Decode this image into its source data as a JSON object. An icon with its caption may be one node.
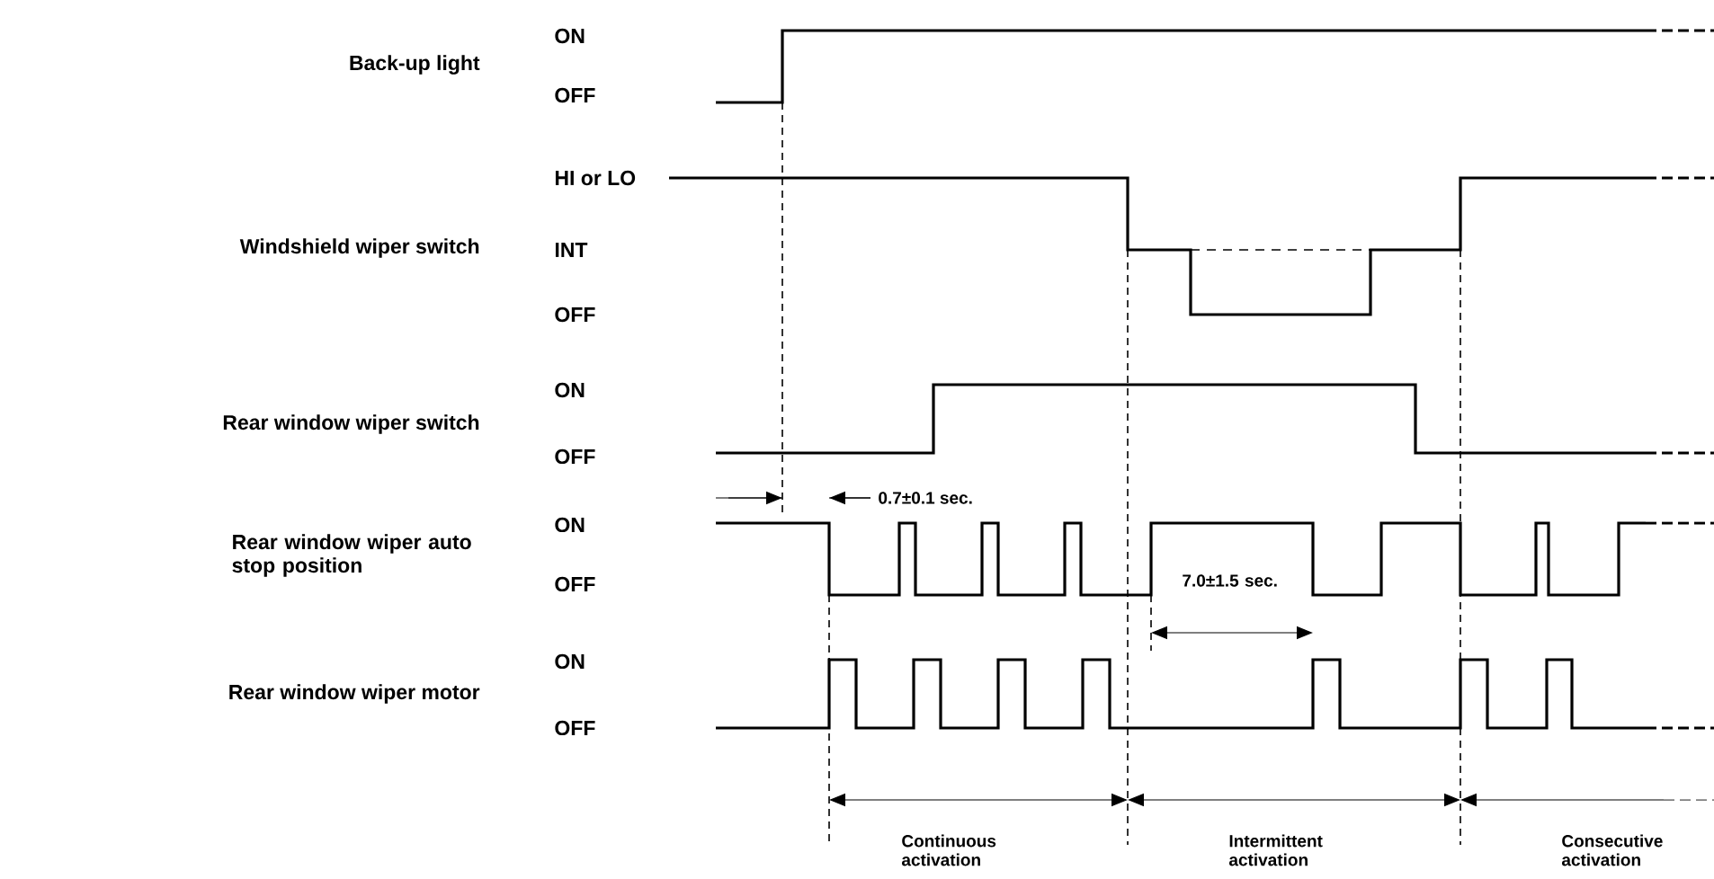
{
  "diagram": {
    "labels": [
      "ON",
      "Back-up light",
      "OFF",
      "HI or LO",
      "Windshield wiper switch",
      "INT",
      "OFF",
      "ON",
      "Rear window wiper switch",
      "OFF",
      "0.7±0.1 sec.",
      "ON",
      "Rear window wiper auto stop position",
      "OFF",
      "7.0±1.5 sec.",
      "ON",
      "Rear window wiper motor",
      "OFF",
      "Continuous activation",
      "Intermittent activation",
      "Consecutive activation"
    ]
  }
}
